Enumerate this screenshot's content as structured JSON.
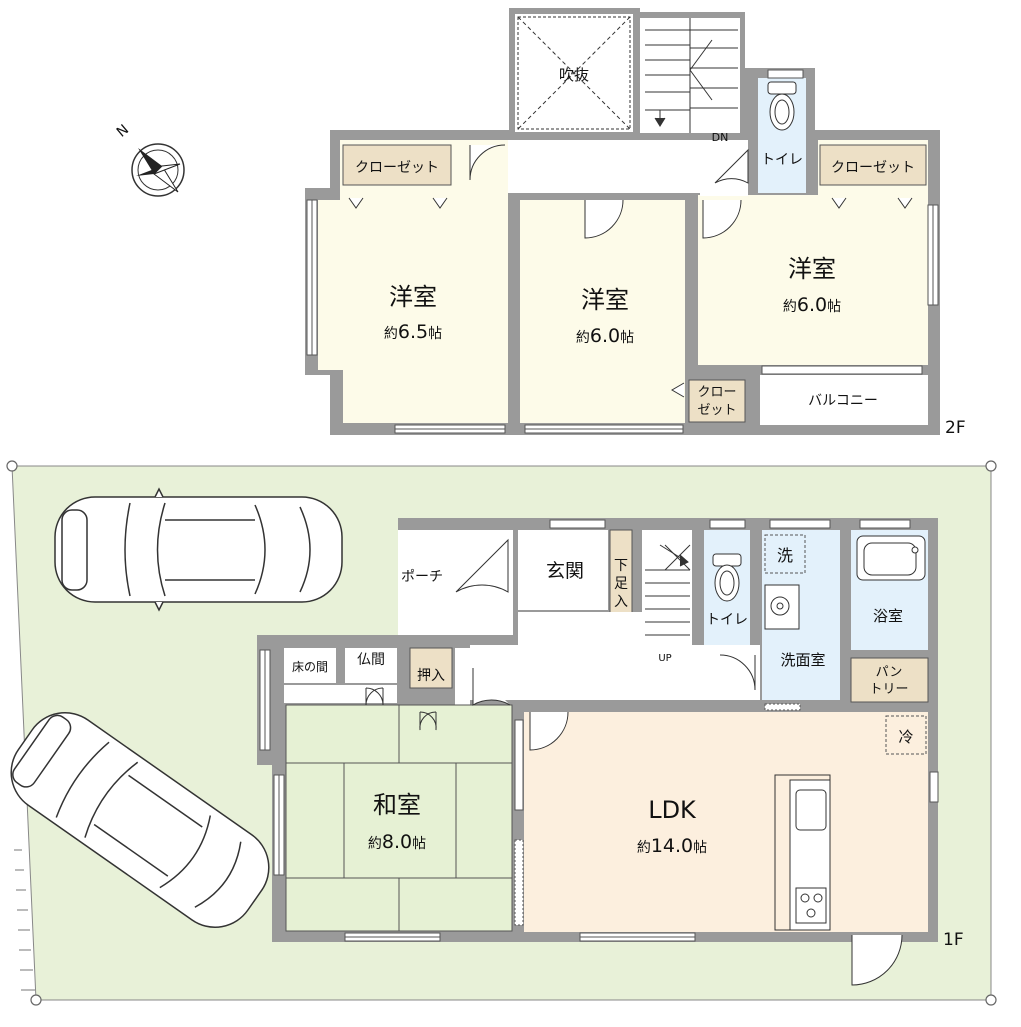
{
  "floors": {
    "upper": "2F",
    "lower": "1F"
  },
  "rooms_2f": {
    "bedroom_left": {
      "name": "洋室",
      "prefix": "約",
      "num": "6.5",
      "unit": "帖"
    },
    "bedroom_center": {
      "name": "洋室",
      "prefix": "約",
      "num": "6.0",
      "unit": "帖"
    },
    "bedroom_right": {
      "name": "洋室",
      "prefix": "約",
      "num": "6.0",
      "unit": "帖"
    },
    "closet_left": "クローゼット",
    "closet_right": "クローゼット",
    "closet_small_1": "クロー",
    "closet_small_2": "ゼット",
    "void": "吹抜",
    "toilet": "トイレ",
    "balcony": "バルコニー",
    "stairs_dn": "DN"
  },
  "rooms_1f": {
    "ldk": {
      "name": "LDK",
      "prefix": "約",
      "num": "14.0",
      "unit": "帖"
    },
    "washitsu": {
      "name": "和室",
      "prefix": "約",
      "num": "8.0",
      "unit": "帖"
    },
    "porch": "ポーチ",
    "entrance": "玄関",
    "shoe_storage": [
      "下",
      "足",
      "入"
    ],
    "toilet": "トイレ",
    "washroom": "洗面室",
    "washer": "洗",
    "bath": "浴室",
    "pantry_1": "パン",
    "pantry_2": "トリー",
    "fridge": "冷",
    "tokonoma": "床の間",
    "butsuma": "仏間",
    "oshiire": "押入",
    "stairs_up": "UP"
  },
  "compass": {
    "north": "N"
  },
  "colors": {
    "wall": "#9a9a9a",
    "bedroom": "#fdfbe9",
    "closet": "#ede0c6",
    "wet_area": "#e3f1fb",
    "tatami": "#e6f1d4",
    "ldk": "#fcefde",
    "lot": "#e8f1d8"
  }
}
